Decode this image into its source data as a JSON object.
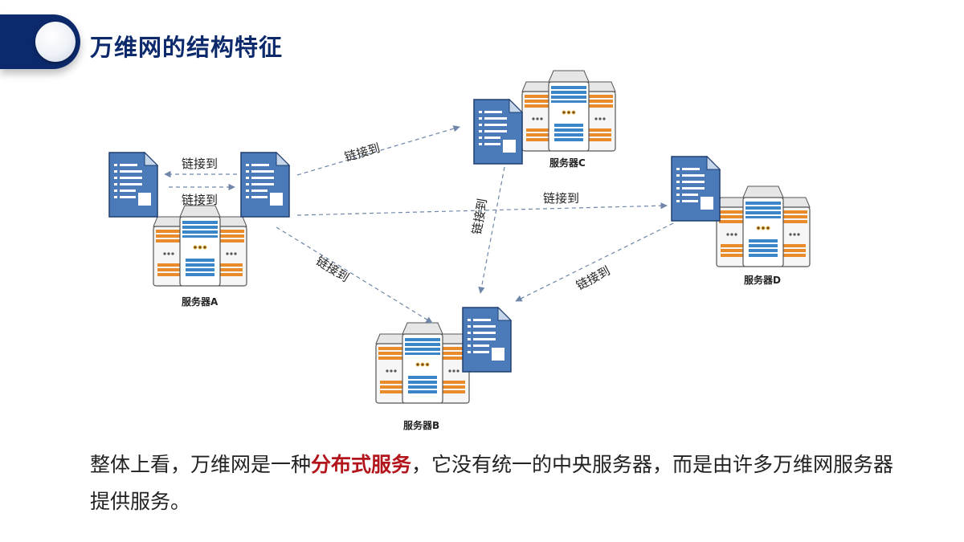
{
  "title": "万维网的结构特征",
  "diagram": {
    "link_text": "链接到",
    "servers": {
      "a": "服务器A",
      "b": "服务器B",
      "c": "服务器C",
      "d": "服务器D"
    }
  },
  "caption": {
    "part1": "整体上看，万维网是一种",
    "highlight": "分布式服务",
    "part2": "，它没有统一的中央服务器，而是由许多万维网服务器提供服务。"
  },
  "colors": {
    "brand_navy": "#0c2a6b",
    "highlight_red": "#b3151c",
    "doc_blue": "#4a7ab8",
    "arrow": "#6f86a8",
    "server_orange": "#e98a2b"
  }
}
